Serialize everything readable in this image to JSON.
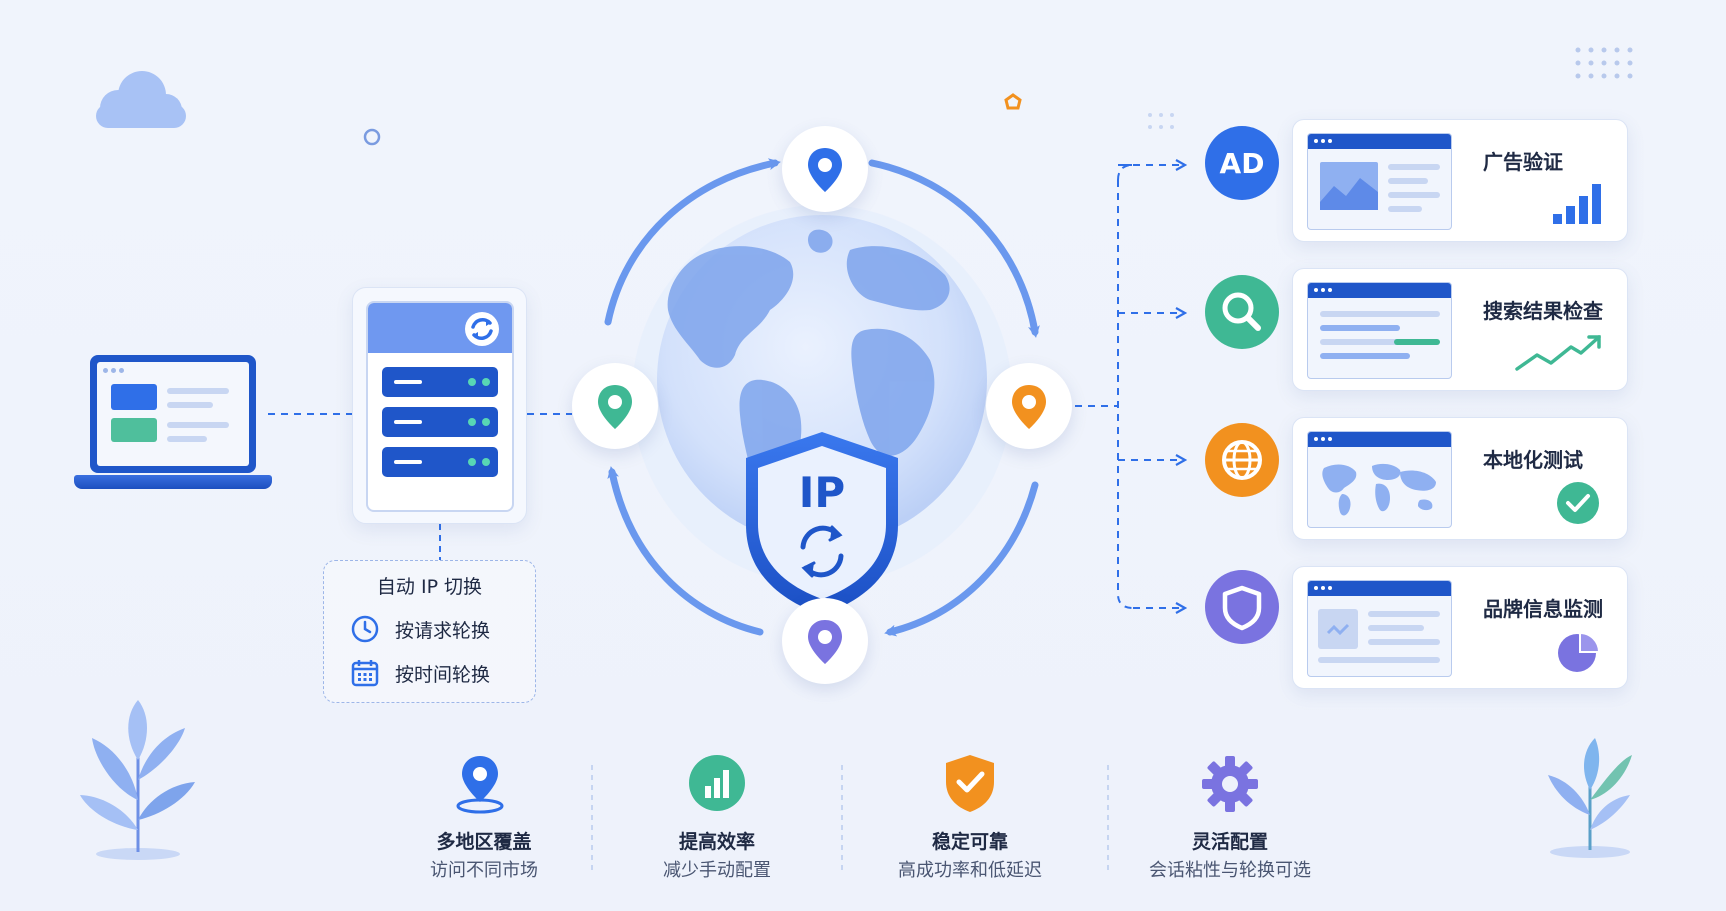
{
  "switch_box": {
    "title": "自动 IP 切换",
    "options": [
      {
        "label": "按请求轮换",
        "icon": "clock-icon"
      },
      {
        "label": "按时间轮换",
        "icon": "calendar-icon"
      }
    ]
  },
  "shield": {
    "label": "IP"
  },
  "use_cases": [
    {
      "icon_text": "AD",
      "label": "广告验证",
      "color": "#2f6fe8",
      "icon": "ad-icon",
      "badge_icon": "bar-chart-icon"
    },
    {
      "icon_text": "",
      "label": "搜索结果检查",
      "color": "#3fb894",
      "icon": "search-icon",
      "badge_icon": "trend-line-icon"
    },
    {
      "icon_text": "",
      "label": "本地化测试",
      "color": "#f2911f",
      "icon": "globe-icon",
      "badge_icon": "check-circle-icon"
    },
    {
      "icon_text": "",
      "label": "品牌信息监测",
      "color": "#7a73e0",
      "icon": "shield-icon",
      "badge_icon": "pie-chart-icon"
    }
  ],
  "features": [
    {
      "title": "多地区覆盖",
      "subtitle": "访问不同市场",
      "icon": "location-pin-icon",
      "color": "#2f6fe8"
    },
    {
      "title": "提高效率",
      "subtitle": "减少手动配置",
      "icon": "bar-chart-icon",
      "color": "#3fb894"
    },
    {
      "title": "稳定可靠",
      "subtitle": "高成功率和低延迟",
      "icon": "shield-check-icon",
      "color": "#f2911f"
    },
    {
      "title": "灵活配置",
      "subtitle": "会话粘性与轮换可选",
      "icon": "gear-icon",
      "color": "#7a73e0"
    }
  ],
  "colors": {
    "blue": "#2f6fe8",
    "dark_blue": "#1f56c9",
    "green": "#3fb894",
    "orange": "#f2911f",
    "purple": "#7a73e0"
  }
}
